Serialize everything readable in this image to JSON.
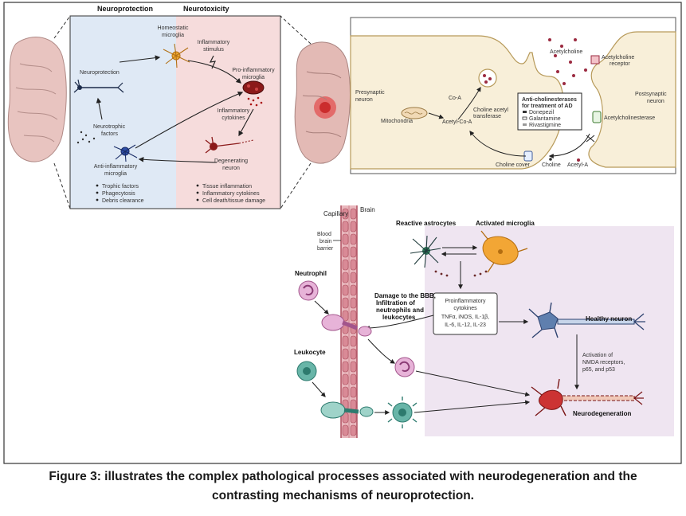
{
  "panel_a": {
    "heading_left": "Neuroprotection",
    "heading_right": "Neurotoxicity",
    "homeostatic": [
      "Homeostatic",
      "microglia"
    ],
    "inflammatory_stimulus": [
      "Inflammatory",
      "stimulus"
    ],
    "neuroprotection": "Neuroprotection",
    "pro_inflammatory": [
      "Pro-inflammatory",
      "microglia"
    ],
    "inflammatory_cytokines": [
      "Inflammatory",
      "cytokines"
    ],
    "neurotrophic": [
      "Neurotrophic",
      "factors"
    ],
    "degenerating": [
      "Degenerating",
      "neuron"
    ],
    "anti_inflammatory": [
      "Anti-inflammatory",
      "microglia"
    ],
    "left_bullets": [
      "Trophic factors",
      "Phagecytosis",
      "Debris clearance"
    ],
    "right_bullets": [
      "Tissue inflammation",
      "Inflammatory cytokines",
      "Cell death/tissue damage"
    ]
  },
  "panel_b": {
    "acetylcholine": "Acetylcholine",
    "ach_receptor": [
      "Acetylcholine",
      "receptor"
    ],
    "presynaptic": [
      "Presynaptic",
      "neuron"
    ],
    "postsynaptic": [
      "Postsynaptic",
      "neuron"
    ],
    "coa": "Co-A",
    "cat": [
      "Choline acetyl",
      "transferase"
    ],
    "mitochondria": "Mitochondria",
    "acetyl_coa": "Acetyl-Co-A",
    "box_title": [
      "Anti-cholinesterases",
      "for treatment of AD"
    ],
    "drugs": [
      "Donepezil",
      "Galantamine",
      "Rivastigmine"
    ],
    "ache": "Acetylcholinesterase",
    "choline_cover": "Choline cover",
    "choline": "Choline",
    "acetyl": "Acetyl-A"
  },
  "panel_c": {
    "capillary": "Capillary",
    "brain": "Brain",
    "bbb": [
      "Blood",
      "brain",
      "barrier"
    ],
    "reactive_astro": "Reactive astrocytes",
    "activated_microglia": "Activated microglia",
    "neutrophil": "Neutrophil",
    "damage": [
      "Damage to the BBB,",
      "Infiltration of",
      "neutrophils and",
      "leukocytes"
    ],
    "cytokines": [
      "Proinflammatory",
      "cytokines",
      "TNFα, iNOS, IL-1β,",
      "IL-6, IL-12, IL-23"
    ],
    "healthy": "Healthy neuron",
    "leukocyte": "Leukocyte",
    "activation": [
      "Activation of",
      "NMDA receptors,",
      "p65, and p53"
    ],
    "neurodeg": "Neurodegeneration"
  },
  "caption": {
    "line1": "Figure 3: illustrates the complex pathological processes associated with neurodegeneration and the",
    "line2": "contrasting mechanisms of neuroprotection."
  }
}
